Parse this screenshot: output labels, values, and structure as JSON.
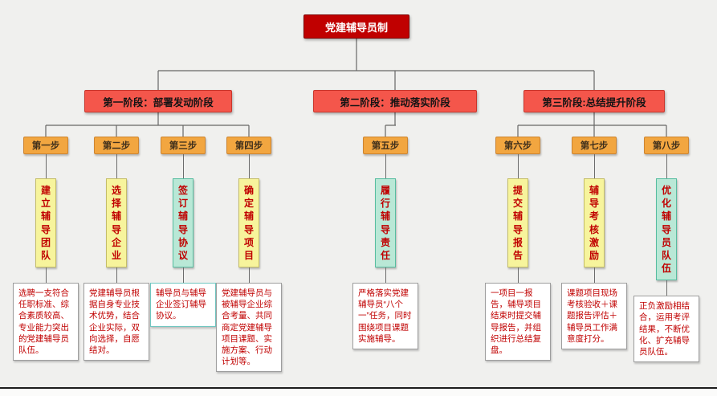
{
  "root": {
    "label": "党建辅导员制"
  },
  "phases": [
    {
      "label": "第一阶段：部署发动阶段"
    },
    {
      "label": "第二阶段：推动落实阶段"
    },
    {
      "label": "第三阶段:总结提升阶段"
    }
  ],
  "steps": [
    {
      "label": "第一步",
      "task": "建立辅导团队",
      "accent": "yellow",
      "desc": "选聘一支符合任职标准、综合素质较高、专业能力突出的党建辅导员队伍。"
    },
    {
      "label": "第二步",
      "task": "选择辅导企业",
      "accent": "yellow",
      "desc": "党建辅导员根据自身专业技术优势，结合企业实际，双向选择，自愿结对。"
    },
    {
      "label": "第三步",
      "task": "签订辅导协议",
      "accent": "teal",
      "desc": "辅导员与辅导企业签订辅导协议。"
    },
    {
      "label": "第四步",
      "task": "确定辅导项目",
      "accent": "yellow",
      "desc": "党建辅导员与被辅导企业综合考量、共同商定党建辅导项目课题、实施方案、行动计划等。"
    },
    {
      "label": "第五步",
      "task": "履行辅导责任",
      "accent": "teal",
      "desc": "严格落实党建辅导员“八个一”任务，同时围绕项目课题实施辅导。"
    },
    {
      "label": "第六步",
      "task": "提交辅导报告",
      "accent": "yellow",
      "desc": "一项目一报告，辅导项目结束时提交辅导报告，并组织进行总结复盘。"
    },
    {
      "label": "第七步",
      "task": "辅导考核激励",
      "accent": "yellow",
      "desc": "课题项目现场考核验收＋课题报告评估＋辅导员工作满意度打分。"
    },
    {
      "label": "第八步",
      "task": "优化辅导员队伍",
      "accent": "teal",
      "desc": "正负激励相结合，运用考评结果，不断优化、扩充辅导员队伍。"
    }
  ],
  "colors": {
    "rootBg": "#c00000",
    "phaseBg": "#f4564b",
    "stepBg": "#f2a640",
    "taskYellow": "#f7f49c",
    "taskTeal": "#b9e8d6",
    "descText": "#c00000"
  }
}
